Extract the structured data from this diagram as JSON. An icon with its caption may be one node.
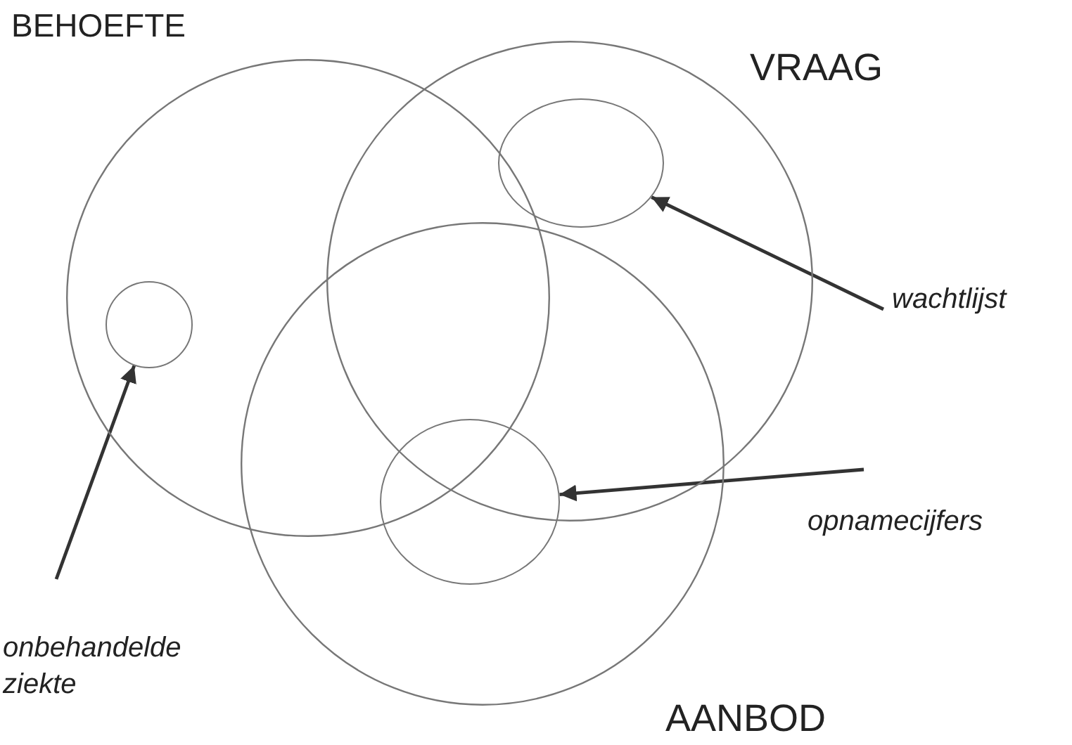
{
  "diagram": {
    "nodes": [
      {
        "text": [
          "BEHOEFTE"
        ]
      },
      {
        "text": [
          "VRAAG"
        ]
      },
      {
        "text": [],
        "shape": "circle",
        "in": 1
      },
      {
        "text": [],
        "shape": "circle",
        "in": 0
      },
      {
        "text": [
          "AANBOD"
        ]
      },
      {
        "text": [],
        "shape": "circle",
        "in": 4
      },
      {
        "text": [
          "wachtlijst"
        ]
      },
      {
        "text": [
          "onbehandelde ziekte"
        ]
      },
      {
        "text": [
          "opnamecijfers"
        ]
      }
    ],
    "edges": [
      {
        "from": 6,
        "to": 2,
        "arrow": "to"
      },
      {
        "from": 7,
        "to": 3,
        "arrow": "to"
      },
      {
        "from": 8,
        "to": 5,
        "arrow": "to"
      }
    ]
  }
}
